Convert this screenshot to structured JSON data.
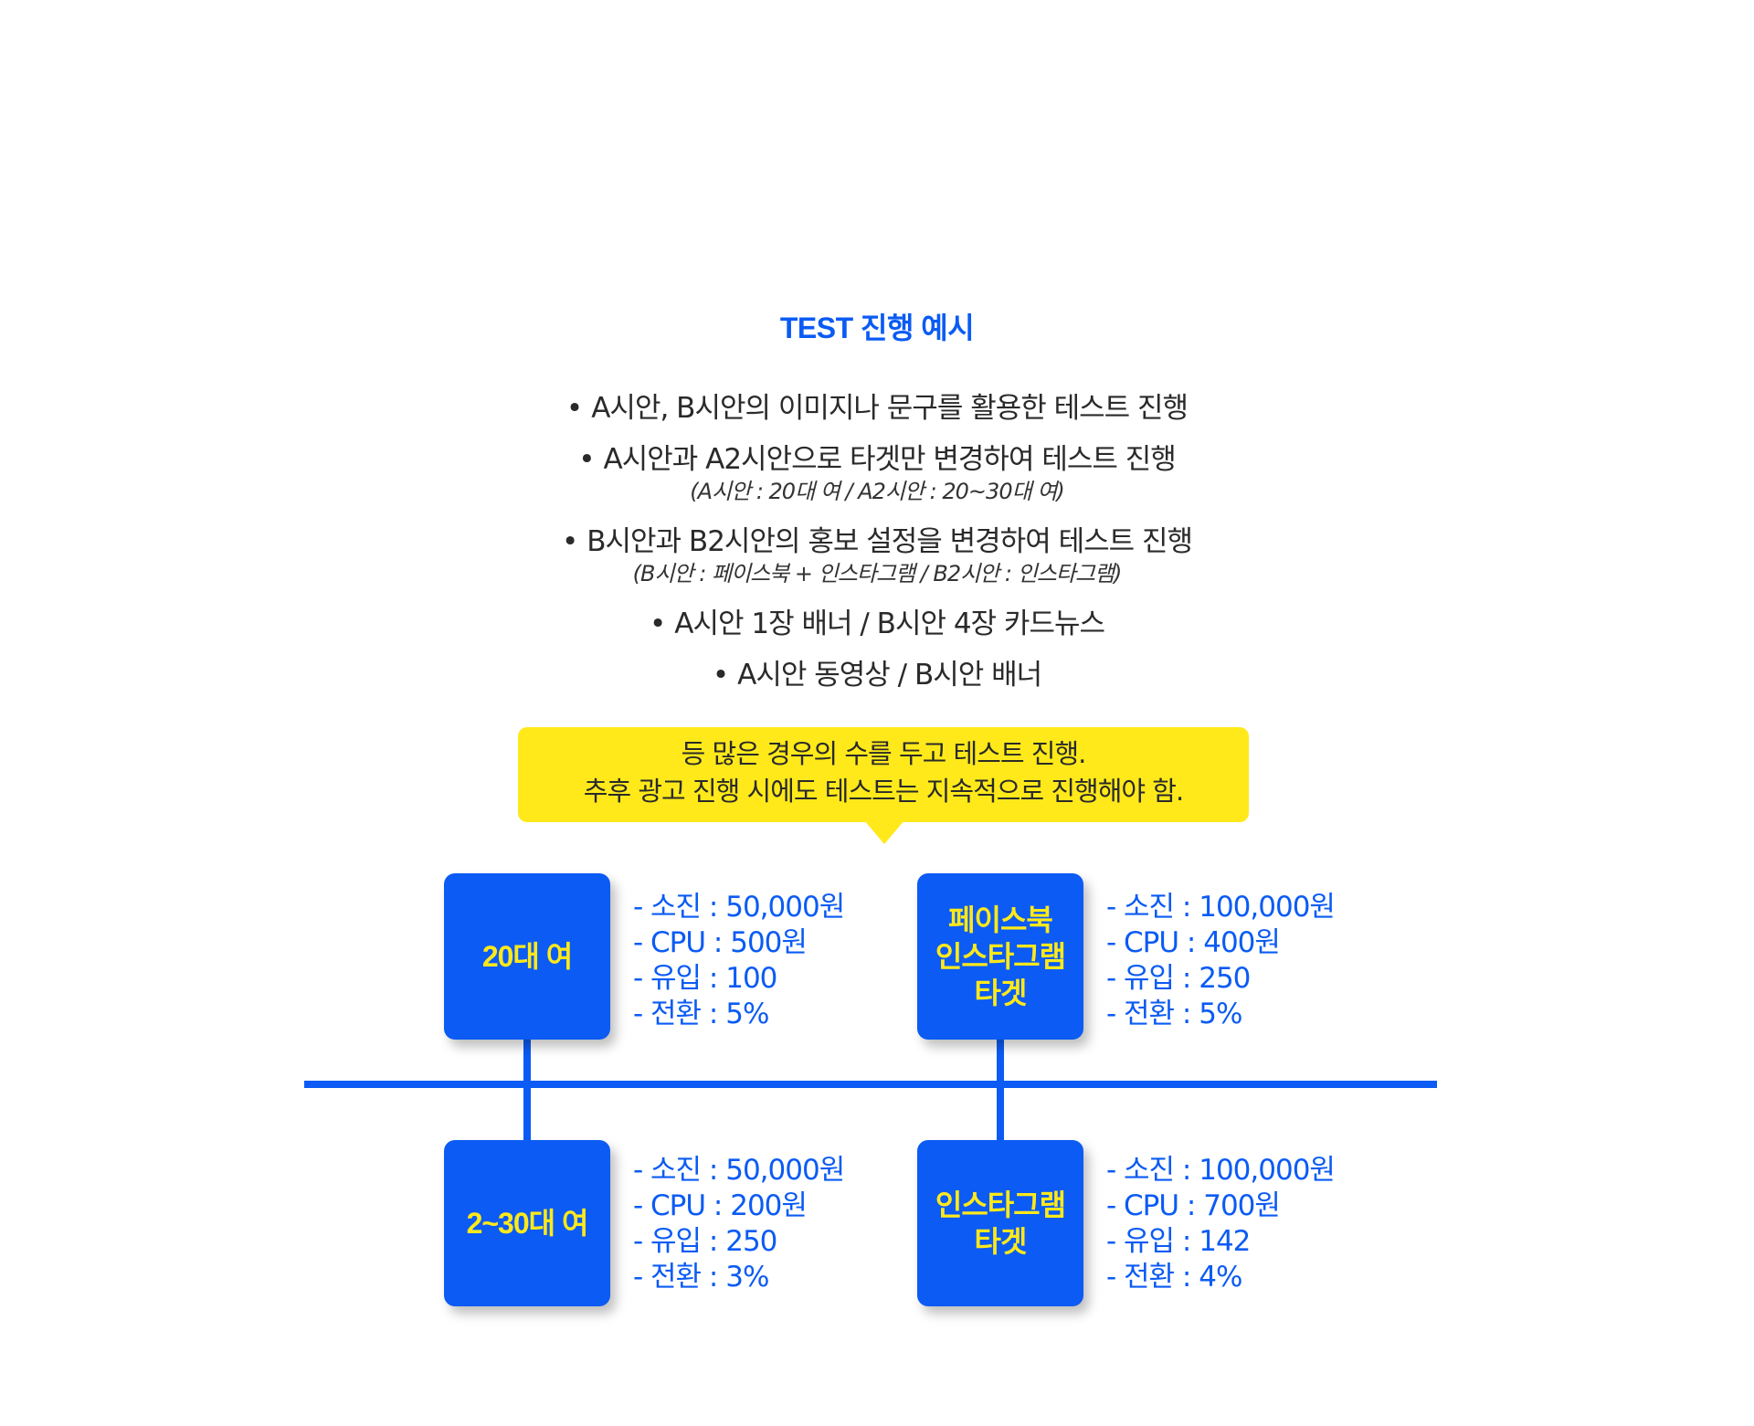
{
  "title": "TEST 진행 예시",
  "bullets": [
    {
      "text": "A시안, B시안의 이미지나 문구를 활용한 테스트 진행",
      "note": ""
    },
    {
      "text": "A시안과 A2시안으로 타겟만 변경하여 테스트 진행",
      "note": "(A시안 : 20대 여 / A2시안 : 20~30대 여)"
    },
    {
      "text": "B시안과 B2시안의 홍보 설정을 변경하여 테스트 진행",
      "note": "(B시안 : 페이스북 + 인스타그램 / B2시안 : 인스타그램)"
    },
    {
      "text": "A시안 1장 배너 / B시안 4장 카드뉴스",
      "note": ""
    },
    {
      "text": "A시안 동영상 / B시안 배너",
      "note": ""
    }
  ],
  "bullet_marker": "•",
  "callout": {
    "line1": "등 많은 경우의 수를 두고 테스트 진행.",
    "line2": "추후 광고 진행 시에도 테스트는 지속적으로 진행해야 함."
  },
  "colors": {
    "accent": "#0b5bf4",
    "highlight": "#ffe91a"
  },
  "cards": [
    {
      "label_lines": [
        "20대 여"
      ],
      "stats": [
        "- 소진 : 50,000원",
        "- CPU : 500원",
        "- 유입 : 100",
        "- 전환 : 5%"
      ]
    },
    {
      "label_lines": [
        "페이스북",
        "인스타그램",
        "타겟"
      ],
      "stats": [
        "- 소진 : 100,000원",
        "- CPU : 400원",
        "- 유입 : 250",
        "- 전환 : 5%"
      ]
    },
    {
      "label_lines": [
        "2~30대 여"
      ],
      "stats": [
        "- 소진 : 50,000원",
        "- CPU : 200원",
        "- 유입 : 250",
        "- 전환 : 3%"
      ]
    },
    {
      "label_lines": [
        "인스타그램",
        "타겟"
      ],
      "stats": [
        "- 소진 : 100,000원",
        "- CPU : 700원",
        "- 유입 : 142",
        "- 전환 : 4%"
      ]
    }
  ]
}
